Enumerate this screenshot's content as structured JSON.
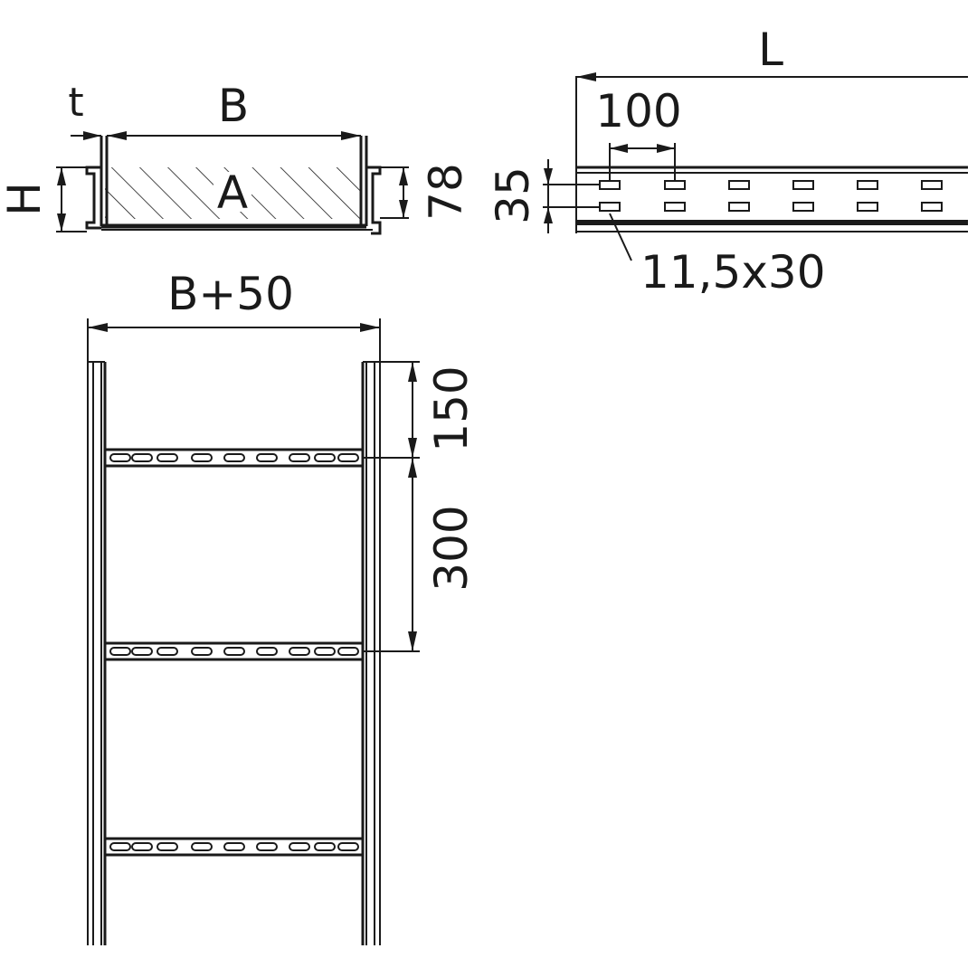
{
  "cross_section": {
    "label_t": "t",
    "label_B": "B",
    "label_H": "H",
    "label_A": "A",
    "label_78": "78"
  },
  "side_view": {
    "label_L": "L",
    "label_100": "100",
    "label_35": "35",
    "label_slot": "11,5x30"
  },
  "top_view": {
    "label_width": "B+50",
    "label_150": "150",
    "label_300": "300"
  }
}
